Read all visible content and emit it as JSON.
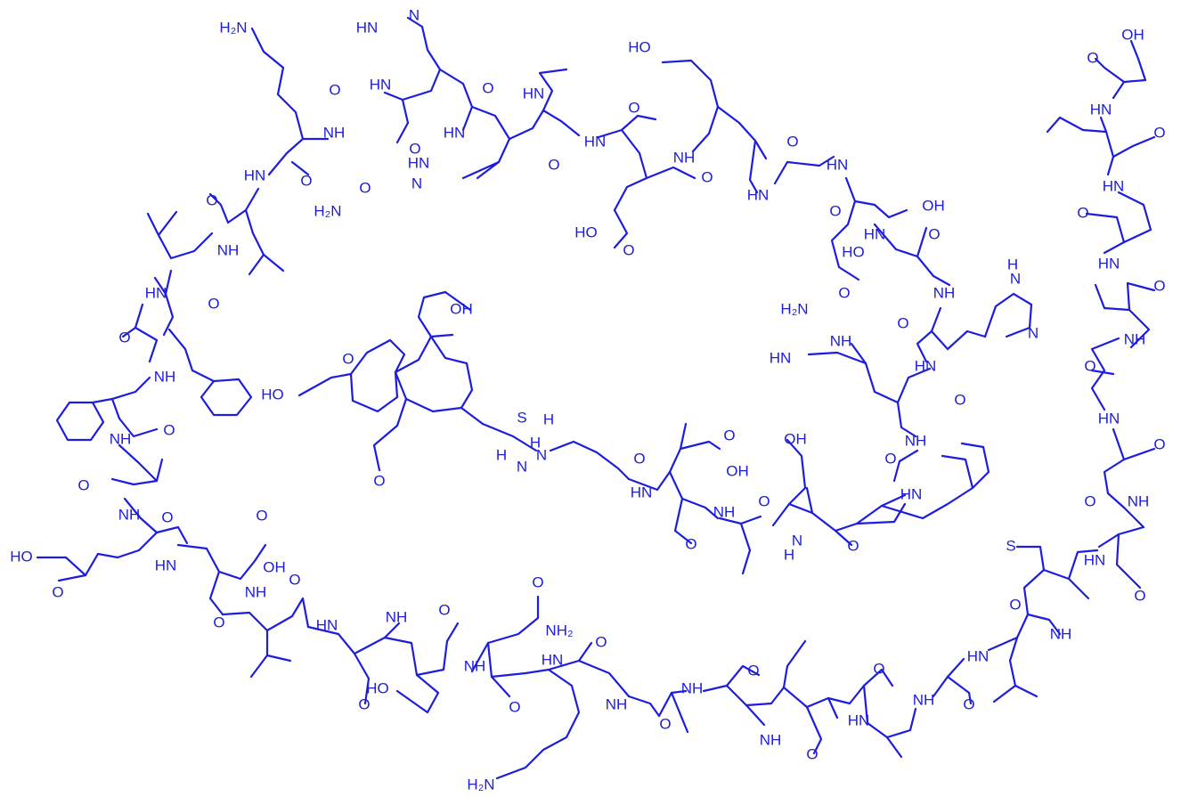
{
  "colors": {
    "ink": "#1d1ddb",
    "background": "#ffffff"
  },
  "labels": {
    "H2N": "H₂N",
    "NH2": "NH₂",
    "HN": "HN",
    "NH": "NH",
    "N": "N",
    "H": "H",
    "O": "O",
    "OH": "OH",
    "HO": "HO",
    "S": "S"
  }
}
